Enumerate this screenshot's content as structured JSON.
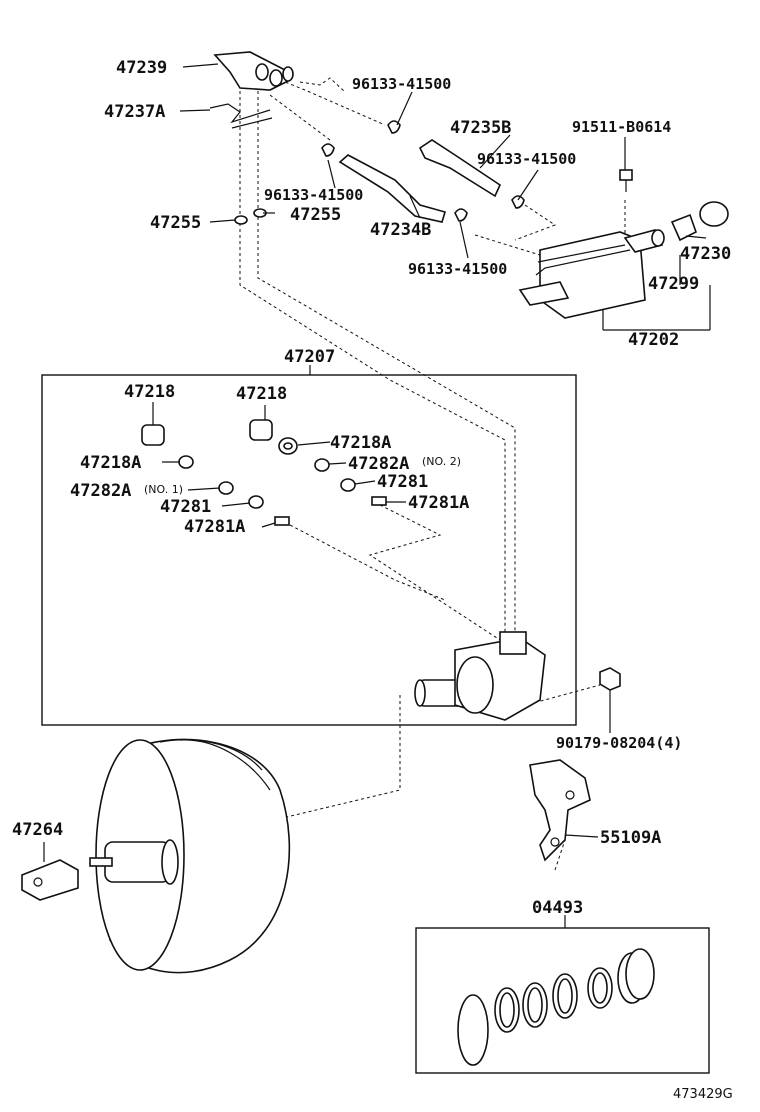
{
  "diagram": {
    "labels": {
      "p47239": "47239",
      "p47237A": "47237A",
      "p96133_a": "96133-41500",
      "p47235B": "47235B",
      "p91511": "91511-B0614",
      "p96133_b": "96133-41500",
      "p96133_c": "96133-41500",
      "p47255_l": "47255",
      "p47255_r": "47255",
      "p47234B": "47234B",
      "p96133_d": "96133-41500",
      "p47230": "47230",
      "p47299": "47299",
      "p47202": "47202",
      "p47207": "47207",
      "p47218_l": "47218",
      "p47218_r": "47218",
      "p47218A_r": "47218A",
      "p47218A_l": "47218A",
      "p47282A_no2": "47282A",
      "no2": "(NO. 2)",
      "p47282A_no1": "47282A",
      "no1": "(NO. 1)",
      "p47281_r": "47281",
      "p47281_l": "47281",
      "p47281A_r": "47281A",
      "p47281A_l": "47281A",
      "p90179": "90179-08204(4)",
      "p47264": "47264",
      "p55109A": "55109A",
      "p04493": "04493"
    },
    "ref_code": "473429G"
  }
}
